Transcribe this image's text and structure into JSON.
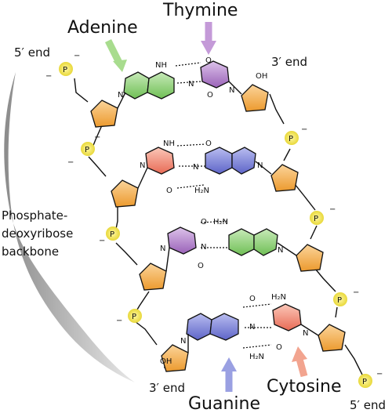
{
  "labels": {
    "adenine": "Adenine",
    "thymine": "Thymine",
    "guanine": "Guanine",
    "cytosine": "Cytosine",
    "five_end_top": "5′ end",
    "three_end_top": "3′ end",
    "three_end_bottom": "3′ end",
    "five_end_bottom": "5′ end",
    "backbone_line1": "Phosphate-",
    "backbone_line2": "deoxyribose",
    "backbone_line3": "backbone"
  },
  "atoms": {
    "N": "N",
    "NH": "N",
    "O": "O",
    "OH": "OH",
    "P": "P",
    "minus": "−",
    "NH2": "NH",
    "sub2": "2",
    "H2N": "H",
    "N2H": "N",
    "HN": "H",
    "H": "H",
    "H2": "H₂",
    "H2N_full": "H₂N"
  },
  "colors": {
    "adenine": "#8ed07a",
    "thymine": "#b07cc8",
    "guanine": "#7b82d8",
    "cytosine": "#ef8a72",
    "sugar": "#f0a030",
    "phosphate": "#ecdd3e",
    "backbone_shade": "#9a9a9a"
  }
}
